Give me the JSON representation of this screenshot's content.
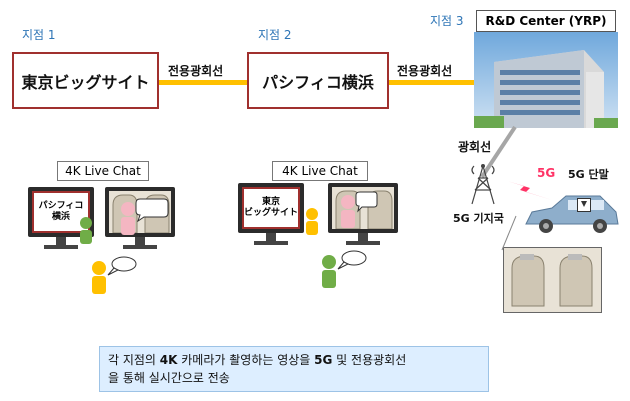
{
  "sites": [
    {
      "label": "지점 1",
      "name": "東京ビッグサイト"
    },
    {
      "label": "지점 2",
      "name": "パシフィコ横浜"
    },
    {
      "label": "지점 3",
      "name": "R&D Center (YRP)"
    }
  ],
  "links": [
    {
      "label": "전용광회선"
    },
    {
      "label": "전용광회선"
    }
  ],
  "fiber_label": "광회선",
  "base_station_label": "5G 기지국",
  "signal_label": "5G",
  "terminal_label": "5G 단말",
  "chat_label_1": "4K Live Chat",
  "chat_label_2": "4K Live Chat",
  "screen_text_1a": "パシフィコ",
  "screen_text_1b": "横浜",
  "screen_text_2a": "東京",
  "screen_text_2b": "ビッグサイト",
  "caption": {
    "pre": "각 지점의 ",
    "b1": "4K",
    "mid1": " 카메라가 촬영하는 영상을 ",
    "b2": "5G",
    "mid2": " 및 전용광회선",
    "line2": "을 통해 실시간으로 전송"
  },
  "colors": {
    "site_border": "#a0302e",
    "link_line": "#ffc000",
    "site_label": "#2e75b6",
    "signal": "#ff3366",
    "caption_bg": "#ddeeff"
  }
}
